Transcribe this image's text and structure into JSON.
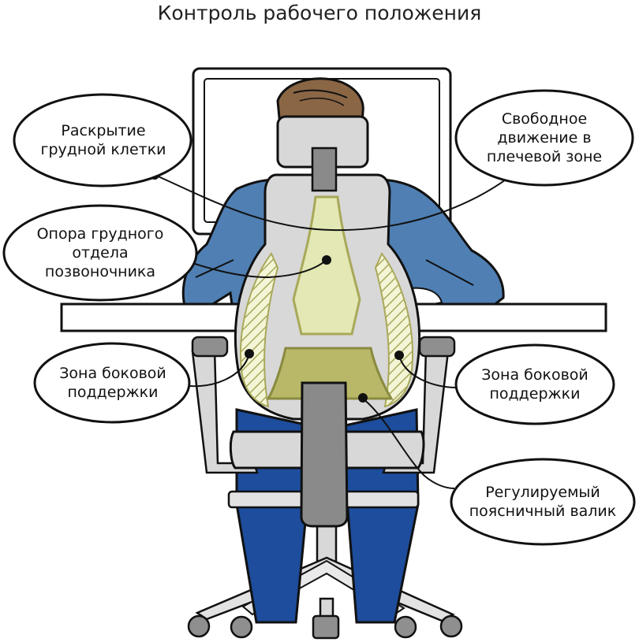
{
  "title": "Контроль рабочего положения",
  "callouts": {
    "chest": "Раскрытие\nгрудной клетки",
    "shoulder": "Свободное\nдвижение в\nплечевой зоне",
    "thoracic": "Опора грудного\nотдела\nпозвоночника",
    "side_left": "Зона боковой\nподдержки",
    "side_right": "Зона боковой\nподдержки",
    "lumbar": "Регулируемый\nпоясничный валик"
  },
  "colors": {
    "jacket": "#4f7fb3",
    "jeans": "#1d4d9c",
    "chair_frame": "#d8d8d8",
    "chair_dark": "#8a8a8a",
    "support_zone": "#e3e8b4",
    "support_dark": "#a8a85a",
    "hair": "#8a6645"
  }
}
